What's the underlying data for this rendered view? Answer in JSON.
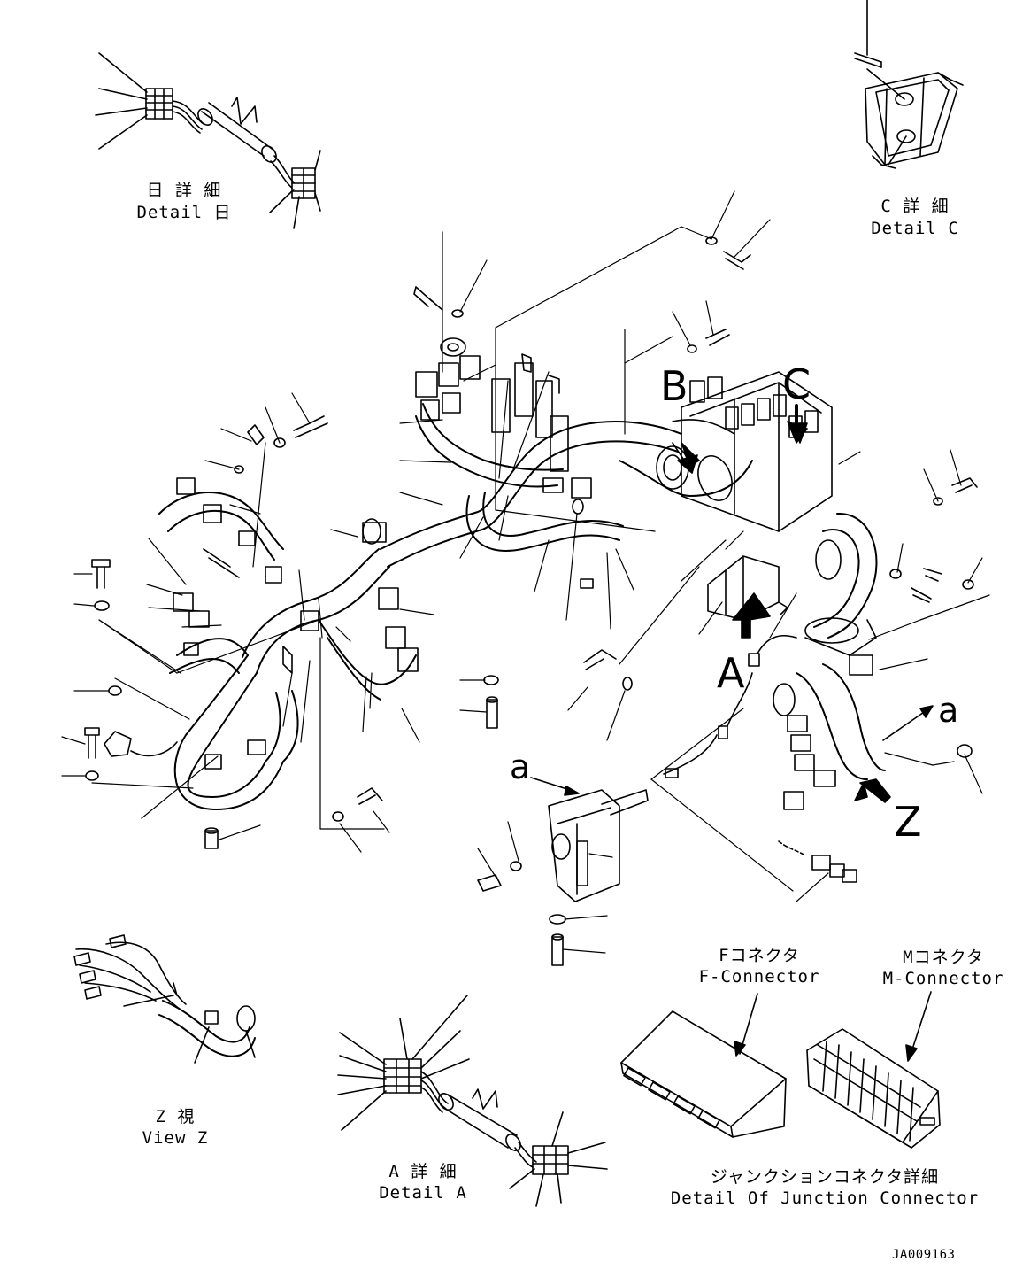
{
  "details": {
    "b": {
      "jp": "日 詳 細",
      "en": "Detail 日"
    },
    "c": {
      "jp": "C 詳 細",
      "en": "Detail C"
    },
    "a": {
      "jp": "A 詳 細",
      "en": "Detail A"
    },
    "z": {
      "jp": "Z  視",
      "en": "View Z"
    }
  },
  "markers": {
    "b": "B",
    "c": "C",
    "a": "A",
    "z": "Z",
    "a_small_right": "a",
    "a_small_bracket": "a"
  },
  "connectors": {
    "f": {
      "jp": "Fコネクタ",
      "en": "F-Connector"
    },
    "m": {
      "jp": "Mコネクタ",
      "en": "M-Connector"
    }
  },
  "junction": {
    "jp": "ジャンクションコネクタ詳細",
    "en": "Detail Of Junction Connector"
  },
  "drawing_id": "JA009163"
}
